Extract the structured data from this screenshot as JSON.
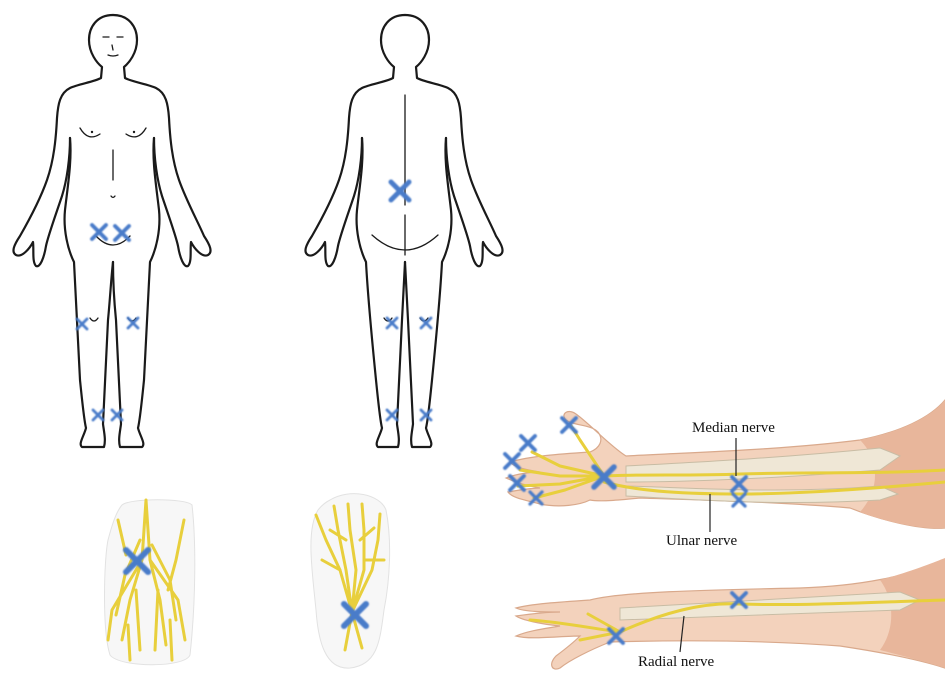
{
  "labels": {
    "median": "Median nerve",
    "ulnar": "Ulnar nerve",
    "radial": "Radial nerve"
  },
  "colors": {
    "marker": "#4a7cc9",
    "nerve": "#e8cf3c",
    "skin": "#f3d2bc"
  }
}
